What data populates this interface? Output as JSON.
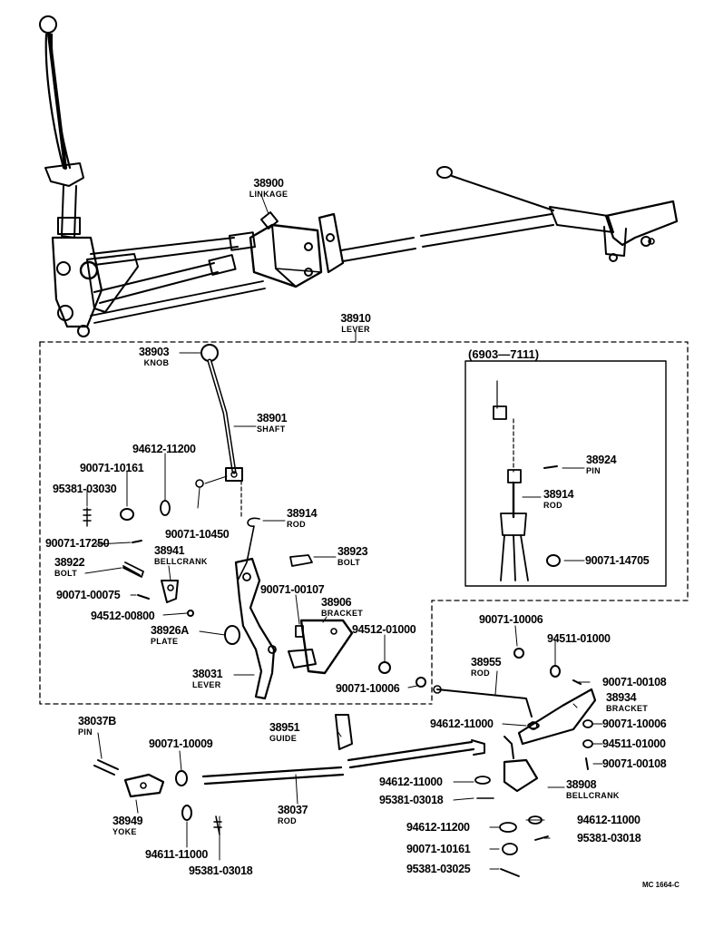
{
  "colors": {
    "ink": "#000000",
    "paper": "#ffffff"
  },
  "labels": {
    "l38900": {
      "num": "38900",
      "sub": "LINKAGE"
    },
    "l38910": {
      "num": "38910",
      "sub": "LEVER"
    },
    "l38903": {
      "num": "38903",
      "sub": "KNOB"
    },
    "l38901": {
      "num": "38901",
      "sub": "SHAFT"
    },
    "l94612_11200a": {
      "num": "94612-11200"
    },
    "l90071_10161a": {
      "num": "90071-10161"
    },
    "l95381_03030": {
      "num": "95381-03030"
    },
    "l90071_10450": {
      "num": "90071-10450"
    },
    "l38914a": {
      "num": "38914",
      "sub": "ROD"
    },
    "l90071_17250": {
      "num": "90071-17250"
    },
    "l38941": {
      "num": "38941",
      "sub": "BELLCRANK"
    },
    "l38922": {
      "num": "38922",
      "sub": "BOLT"
    },
    "l38923": {
      "num": "38923",
      "sub": "BOLT"
    },
    "l90071_00075": {
      "num": "90071-00075"
    },
    "l90071_00107a": {
      "num": "90071-00107"
    },
    "l94512_00800": {
      "num": "94512-00800"
    },
    "l38906": {
      "num": "38906",
      "sub": "BRACKET"
    },
    "l38926A": {
      "num": "38926A",
      "sub": "PLATE"
    },
    "l94512_01000": {
      "num": "94512-01000"
    },
    "l38031": {
      "num": "38031",
      "sub": "LEVER"
    },
    "l90071_10006a": {
      "num": "90071-10006"
    },
    "inset_title": {
      "num": "(6903—7111)"
    },
    "l38924": {
      "num": "38924",
      "sub": "PIN"
    },
    "l38914b": {
      "num": "38914",
      "sub": "ROD"
    },
    "l90071_14705": {
      "num": "90071-14705"
    },
    "l90071_10006b": {
      "num": "90071-10006"
    },
    "l94511_01000a": {
      "num": "94511-01000"
    },
    "l38955": {
      "num": "38955",
      "sub": "ROD"
    },
    "l90071_00108a": {
      "num": "90071-00108"
    },
    "l38934": {
      "num": "38934",
      "sub": "BRACKET"
    },
    "l94612_11000a": {
      "num": "94612-11000"
    },
    "l90071_10006c": {
      "num": "90071-10006"
    },
    "l94511_01000b": {
      "num": "94511-01000"
    },
    "l90071_00108b": {
      "num": "90071-00108"
    },
    "l38037B": {
      "num": "38037B",
      "sub": "PIN"
    },
    "l38951": {
      "num": "38951",
      "sub": "GUIDE"
    },
    "l90071_10009": {
      "num": "90071-10009"
    },
    "l94612_11000b": {
      "num": "94612-11000"
    },
    "l38908": {
      "num": "38908",
      "sub": "BELLCRANK"
    },
    "l95381_03018a": {
      "num": "95381-03018"
    },
    "l38037": {
      "num": "38037",
      "sub": "ROD"
    },
    "l38949": {
      "num": "38949",
      "sub": "YOKE"
    },
    "l94612_11200b": {
      "num": "94612-11200"
    },
    "l94612_11000c": {
      "num": "94612-11000"
    },
    "l95381_03018b": {
      "num": "95381-03018"
    },
    "l90071_10161b": {
      "num": "90071-10161"
    },
    "l94611_11000": {
      "num": "94611-11000"
    },
    "l95381_03018c": {
      "num": "95381-03018"
    },
    "l95381_03025": {
      "num": "95381-03025"
    },
    "code": {
      "num": "MC 1664-C"
    }
  }
}
